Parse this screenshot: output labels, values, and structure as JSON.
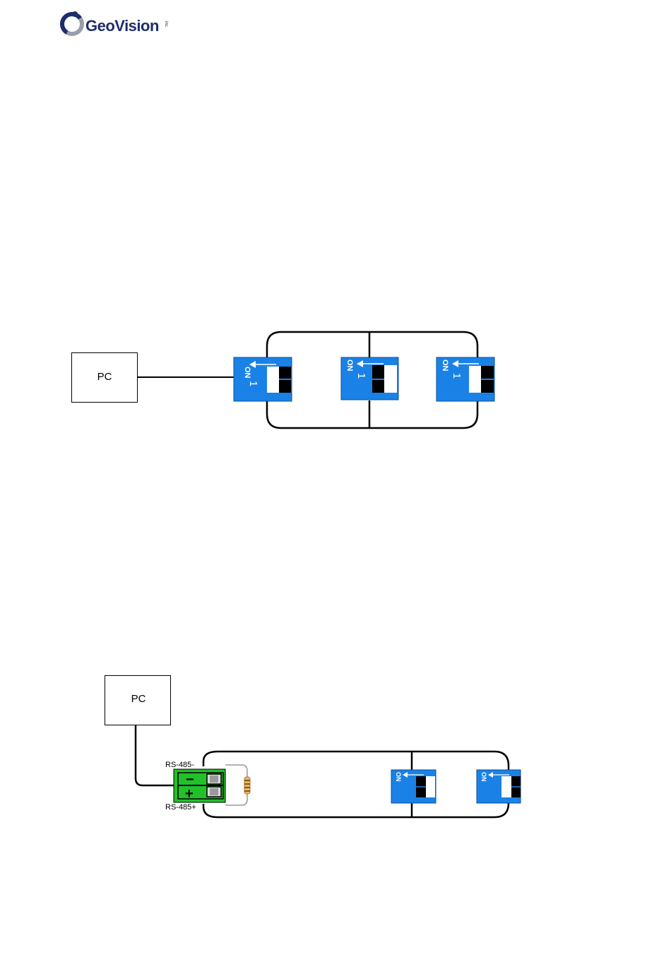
{
  "header": {
    "logo_text": "GeoVision",
    "logo_suffix": "inc."
  },
  "diagram1": {
    "pc_label": "PC",
    "switches": [
      {
        "on_label": "ON",
        "number": "1",
        "state": "top-white"
      },
      {
        "on_label": "ON",
        "number": "1",
        "state": "top-black"
      },
      {
        "on_label": "ON",
        "number": "1",
        "state": "top-white"
      }
    ]
  },
  "diagram2": {
    "pc_label": "PC",
    "terminal_minus_label": "RS-485-",
    "terminal_plus_label": "RS-485+",
    "minus_sign": "−",
    "plus_sign": "+",
    "switches": [
      {
        "on_label": "ON",
        "state": "top-black"
      },
      {
        "on_label": "ON",
        "state": "top-white"
      }
    ]
  },
  "colors": {
    "switch_blue": "#1a82e6",
    "terminal_green": "#22c02a",
    "logo_navy": "#1e2d6b"
  }
}
